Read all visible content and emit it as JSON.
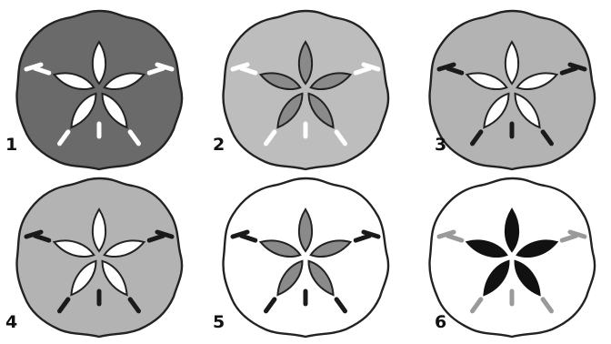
{
  "tiles": [
    {
      "label": "1",
      "body": "#6a6a6a",
      "petal": "#ffffff",
      "dash": "#ffffff",
      "petal_stroke": "#222222"
    },
    {
      "label": "2",
      "body": "#bdbdbd",
      "petal": "#8a8a8a",
      "dash": "#ffffff",
      "petal_stroke": "#222222"
    },
    {
      "label": "3",
      "body": "#b3b3b3",
      "petal": "#ffffff",
      "dash": "#1a1a1a",
      "petal_stroke": "#222222"
    },
    {
      "label": "4",
      "body": "#b3b3b3",
      "petal": "#ffffff",
      "dash": "#1a1a1a",
      "petal_stroke": "#222222"
    },
    {
      "label": "5",
      "body": "#ffffff",
      "petal": "#8a8a8a",
      "dash": "#1a1a1a",
      "petal_stroke": "#222222"
    },
    {
      "label": "6",
      "body": "#ffffff",
      "petal": "#111111",
      "dash": "#9a9a9a",
      "petal_stroke": "#111111"
    }
  ]
}
